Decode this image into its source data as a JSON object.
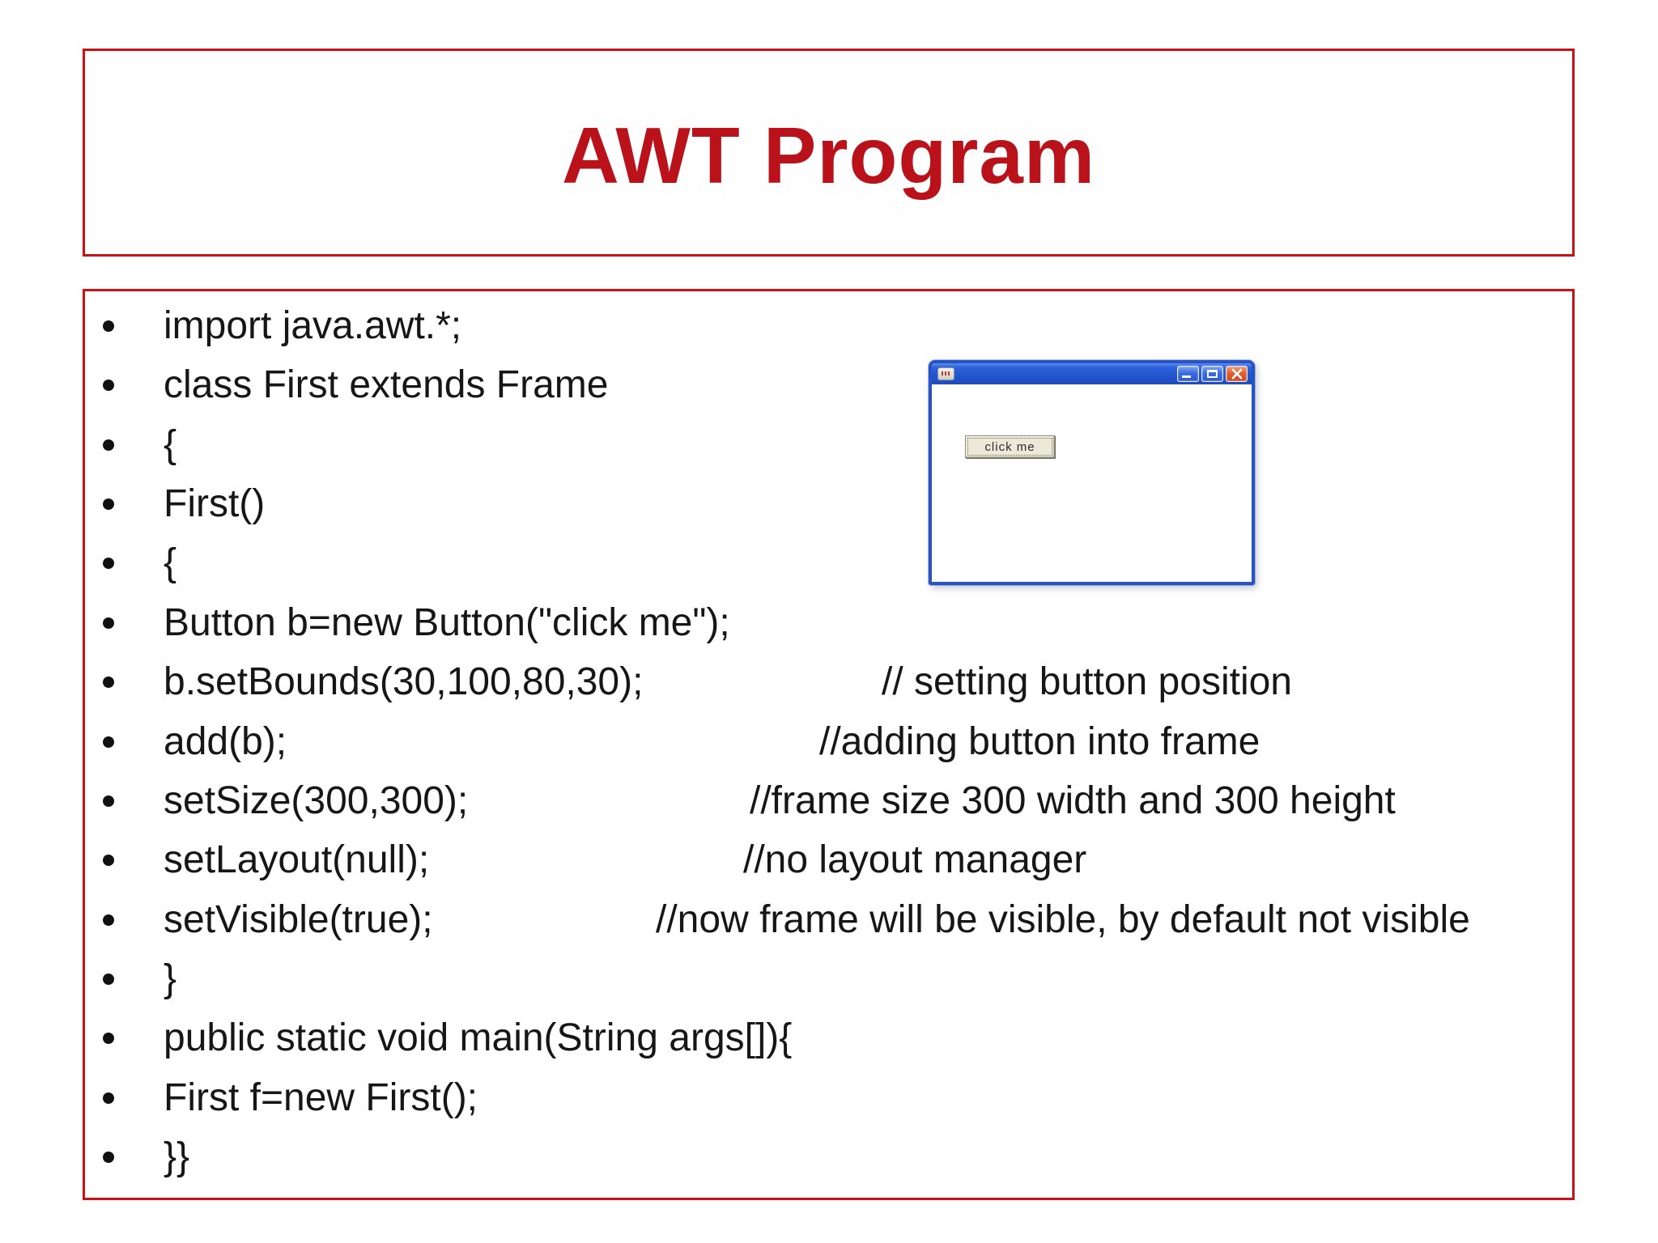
{
  "slide": {
    "title": "AWT Program"
  },
  "code": {
    "lines": [
      {
        "code": "import java.awt.*;",
        "comment": ""
      },
      {
        "code": "class First extends Frame",
        "comment": ""
      },
      {
        "code": "{",
        "comment": ""
      },
      {
        "code": "First()",
        "comment": ""
      },
      {
        "code": "{",
        "comment": ""
      },
      {
        "code": "Button b=new Button(\"click me\");",
        "comment": ""
      },
      {
        "code": "b.setBounds(30,100,80,30);",
        "comment": "// setting button position"
      },
      {
        "code": "add(b);",
        "comment": "//adding button into frame"
      },
      {
        "code": "setSize(300,300);",
        "comment": "//frame size 300 width and 300 height"
      },
      {
        "code": "setLayout(null);",
        "comment": "//no layout manager"
      },
      {
        "code": "setVisible(true);",
        "comment": "//now frame will be visible, by default not visible"
      },
      {
        "code": "}",
        "comment": ""
      },
      {
        "code": "public static void main(String args[]){",
        "comment": ""
      },
      {
        "code": "First f=new First();",
        "comment": ""
      },
      {
        "code": "}}",
        "comment": ""
      }
    ]
  },
  "awt_window": {
    "button_label": "click me",
    "titlebar_icons": [
      "app-icon",
      "minimize-icon",
      "maximize-icon",
      "close-icon"
    ]
  },
  "colors": {
    "title_red": "#b9121a",
    "border_red": "#cc1016",
    "code_text": "#161616",
    "xp_titlebar_blue": "#2256cd",
    "xp_border_blue": "#2853c6",
    "close_button_orange": "#e0602f",
    "awt_button_face": "#ece9d8"
  }
}
